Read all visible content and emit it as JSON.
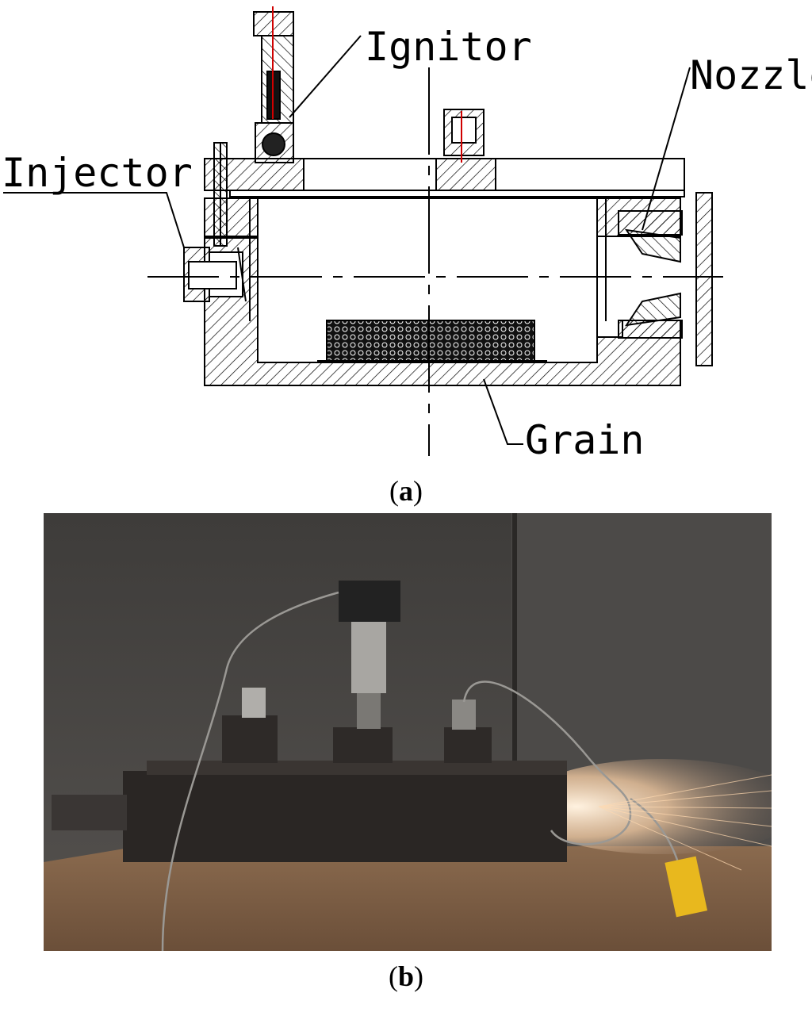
{
  "panel_a": {
    "caption_letter": "a",
    "labels": {
      "ignitor": "Ignitor",
      "injector": "Injector",
      "nozzle": "Nozzle",
      "grain": "Grain"
    }
  },
  "panel_b": {
    "caption_letter": "b"
  },
  "colors": {
    "line": "#000000",
    "accent_red": "#d00000",
    "photo_wall": "#4a4a48",
    "photo_plate": "#7a5a40",
    "photo_block": "#2a2624",
    "thermocouple_plug": "#e8b81e",
    "spark": "#ffd9b0"
  }
}
